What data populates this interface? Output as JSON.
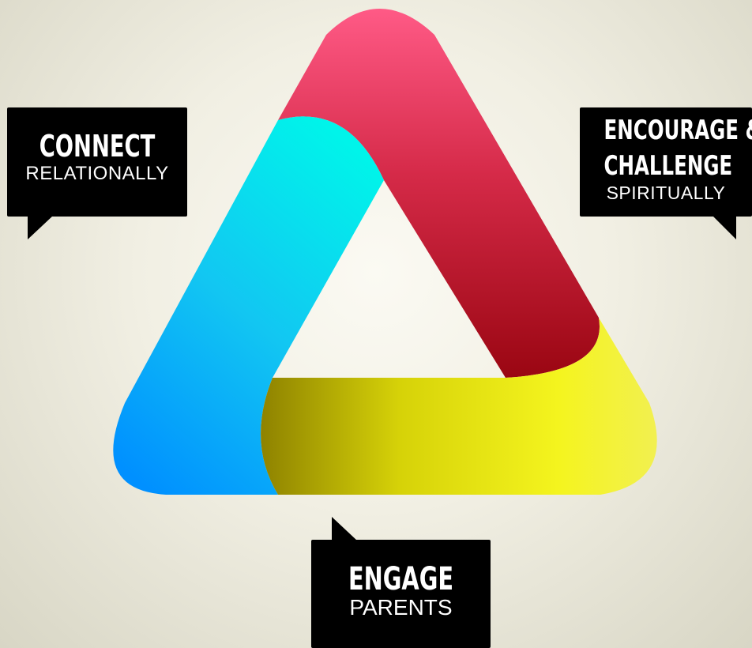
{
  "diagram": {
    "colors": {
      "red": "#e63a5c",
      "cyan": "#00e8f0",
      "yellow": "#f0f020",
      "callout_bg": "#000000",
      "callout_text": "#ffffff"
    }
  },
  "callouts": {
    "connect": {
      "title": "CONNECT",
      "subtitle": "RELATIONALLY"
    },
    "encourage": {
      "title_line1": "ENCOURAGE &",
      "title_line2": "CHALLENGE",
      "subtitle": "SPIRITUALLY"
    },
    "engage": {
      "title": "ENGAGE",
      "subtitle": "PARENTS"
    }
  }
}
